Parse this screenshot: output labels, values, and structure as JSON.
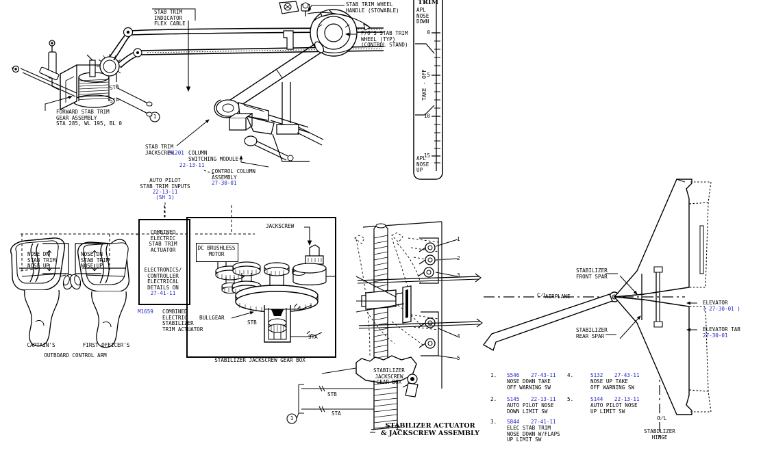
{
  "document": {
    "domain": "aircraft-maintenance-schematic",
    "subject": "Horizontal Stabilizer Trim Control System"
  },
  "top_section": {
    "labels": [
      {
        "id": "stab-trim-indicator-flex-cable",
        "text": "STAB TRIM\nINDICATOR\nFLEX CABLE",
        "color": "black"
      },
      {
        "id": "stab-trim-wheel-handle",
        "text": "STAB TRIM WHEEL\nHANDLE (STOWABLE)",
        "color": "black"
      },
      {
        "id": "fo-stab-trim-wheel",
        "text": "F/O'S STAB TRIM\nWHEEL (TYP)\n(CONTROL STAND)",
        "color": "black"
      },
      {
        "id": "forward-stab-trim-gear-assembly",
        "text": "FORWARD STAB TRIM\nGEAR ASSEMBLY\nSTA 285, WL 195, BL 0",
        "color": "black"
      },
      {
        "id": "stab-trim-jackscrew",
        "text": "STAB TRIM\nJACKSCREW",
        "color": "black"
      }
    ],
    "column_switching_module": {
      "name": "M1201",
      "title": "COLUMN\nSWITCHING MODULE",
      "ref": "22-13-11"
    },
    "control_column_assembly": {
      "title": "CONTROL COLUMN\nASSEMBLY",
      "ref": "27-30-01"
    },
    "auto_pilot_inputs": {
      "title": "AUTO PILOT\nSTAB TRIM INPUTS",
      "ref": "22-13-11",
      "sheet": "(SH 1)"
    },
    "shaft_marks": [
      "STB",
      "STA"
    ],
    "callout_number": "1"
  },
  "trim_indicator": {
    "title": "TRIM",
    "top_label": "APL\nNOSE\nDOWN",
    "bottom_label": "APL\nNOSE\nUP",
    "band_label": "TAKE - OFF",
    "ticks": [
      "0",
      "5",
      "10",
      "15"
    ]
  },
  "control_arms": {
    "grip_label": "NOSE DN\nSTAB TRIM\nNOSE UP",
    "captain_label": "CAPTAIN'S",
    "first_officer_label": "FIRST OFFICER'S",
    "group_label": "OUTBOARD CONTROL ARM"
  },
  "actuator_panel": {
    "heading": "COMBINED\nELECTRIC\nSTAB TRIM\nACTUATOR",
    "note": "ELECTRONICS/\nCONTROLLER\nELECTRICAL\nDETAILS ON",
    "note_ref": "27-41-11",
    "part_number": "M1659",
    "part_title": "COMBINED\nELECTRIC\nSTABILIZER\nTRIM ACTUATOR"
  },
  "gearbox_panel": {
    "caption": "STABILIZER JACKSCREW GEAR BOX",
    "jackscrew_label": "JACKSCREW",
    "motor_label": "DC BRUSHLESS\nMOTOR",
    "bullgear_label": "BULLGEAR",
    "stb_label": "STB",
    "sta_label": "STA"
  },
  "actuator_assembly": {
    "title": "STABILIZER ACTUATOR\n& JACKSCREW ASSEMBLY",
    "gearbox_label": "STABILIZER\nJACKSCREW\nGEAR BOX",
    "callouts": [
      "1",
      "2",
      "3",
      "4",
      "5"
    ],
    "stb_label": "STB",
    "sta_label": "STA",
    "item_number": "1"
  },
  "tail_view": {
    "centerline_label": "AIRPLANE",
    "centerline_symbol": "C̸L",
    "front_spar_label": "STABILIZER\nFRONT SPAR",
    "rear_spar_label": "STABILIZER\nREAR SPAR",
    "elevator_label": "ELEVATOR",
    "elevator_ref": "( 27-30-01 )",
    "elevator_tab_label": "ELEVATOR TAB",
    "elevator_tab_ref": "27-30-01",
    "hinge_label": "STABILIZER\nHINGE"
  },
  "switch_legend": {
    "column_left": [
      {
        "num": "1.",
        "code": "S546",
        "ref": "27-43-11",
        "desc": "NOSE DOWN TAKE\nOFF WARNING SW"
      },
      {
        "num": "2.",
        "code": "S145",
        "ref": "22-13-11",
        "desc": "AUTO PILOT NOSE\nDOWN LIMIT SW"
      },
      {
        "num": "3.",
        "code": "S844",
        "ref": "27-41-11",
        "desc": "ELEC STAB TRIM\nNOSE DOWN W/FLAPS\nUP LIMIT SW"
      }
    ],
    "column_right": [
      {
        "num": "4.",
        "code": "S132",
        "ref": "27-43-11",
        "desc": "NOSE UP TAKE\nOFF WARNING SW"
      },
      {
        "num": "5.",
        "code": "S144",
        "ref": "22-13-11",
        "desc": "AUTO PILOT NOSE\nUP LIMIT SW"
      }
    ]
  },
  "colors": {
    "ink": "#000000",
    "reference_blue": "#2222cc",
    "background": "#ffffff"
  }
}
